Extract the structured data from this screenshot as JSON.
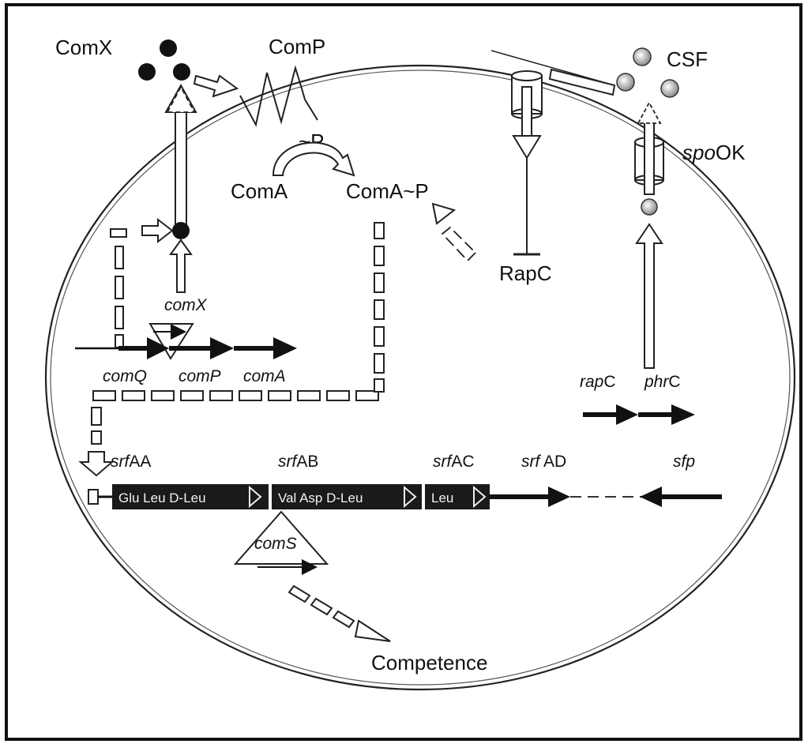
{
  "labels": {
    "comx_peptide": "ComX",
    "comp_receptor": "ComP",
    "phospho_p": "~P",
    "coma": "ComA",
    "coma_p": "ComA~P",
    "csf": "CSF",
    "spook": {
      "prefix": "spo",
      "suffix": "OK"
    },
    "rapc_protein": "RapC",
    "competence": "Competence"
  },
  "genes": {
    "comx": "comX",
    "comq": "comQ",
    "comp": "comP",
    "coma": "comA",
    "rapc": {
      "prefix": "rap",
      "suffix": "C"
    },
    "phrc": {
      "prefix": "phr",
      "suffix": "C"
    },
    "srfaa": {
      "prefix": "srf",
      "suffix": "AA"
    },
    "srfab": {
      "prefix": "srf",
      "suffix": "AB"
    },
    "srfac": {
      "prefix": "srf",
      "suffix": "AC"
    },
    "srfad": {
      "prefix": "srf",
      "suffix": " AD"
    },
    "sfp": "sfp",
    "coms": "comS"
  },
  "domains": {
    "srfaa": "Glu Leu D-Leu",
    "srfab": "Val Asp D-Leu",
    "srfac": "Leu"
  },
  "colors": {
    "ink": "#111111",
    "module_fill": "#1a1a1a",
    "paper": "#ffffff"
  }
}
